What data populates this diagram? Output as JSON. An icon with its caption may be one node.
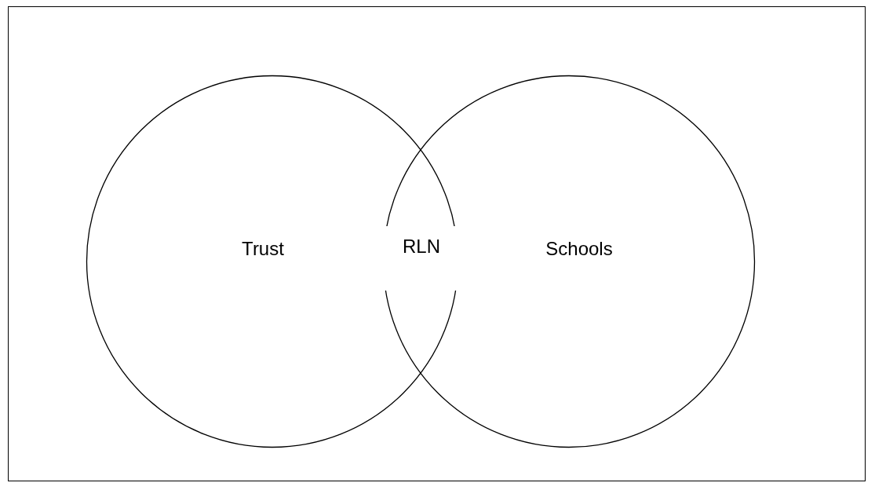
{
  "diagram": {
    "nodes": [
      {
        "text": [
          "Trust"
        ]
      },
      {
        "text": [
          "Schools"
        ]
      }
    ],
    "labels": [
      "RLN"
    ]
  }
}
